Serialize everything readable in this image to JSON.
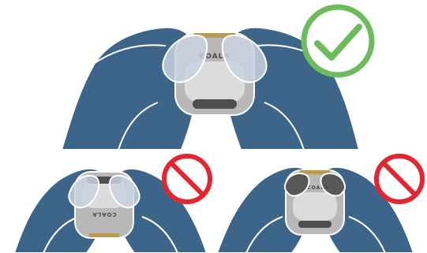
{
  "panels": [
    {
      "id": "correct",
      "verdict": "correct",
      "verdict_icon": "green-check-icon",
      "device_brand": "COALA",
      "device_orientation": "upright",
      "heart_glyph": "♥"
    },
    {
      "id": "wrong-upside-down",
      "verdict": "incorrect",
      "verdict_icon": "red-prohibited-icon",
      "device_brand": "COALA",
      "device_orientation": "upside-down",
      "heart_glyph": "♥"
    },
    {
      "id": "wrong-buttons-covered",
      "verdict": "incorrect",
      "verdict_icon": "red-prohibited-icon",
      "device_brand": "COALA",
      "device_orientation": "upright",
      "heart_glyph": "♥"
    }
  ],
  "colors": {
    "hand": "#3d6589",
    "hand_outline": "#ffffff",
    "device_shell": "#b8b8b8",
    "device_face": "#dcdcdc",
    "device_button": "#4e4e4e",
    "thumb": "#c9d4df",
    "check_green": "#6dbb5b",
    "no_red": "#e3262f"
  }
}
